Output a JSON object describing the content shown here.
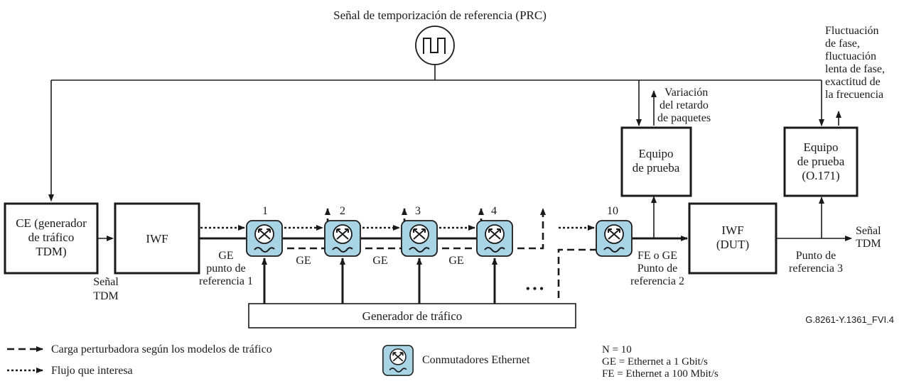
{
  "prc_label": "Señal de temporización de referencia (PRC)",
  "pdv_label": [
    "Variación",
    "del retardo",
    "de paquetes"
  ],
  "jitter_label": [
    "Fluctuación",
    "de fase,",
    "fluctuación",
    "lenta de fase,",
    "exactitud de",
    "la frecuencia"
  ],
  "ce_box": [
    "CE (generador",
    "de tráfico",
    "TDM)"
  ],
  "iwf_box": "IWF",
  "test_eq1": [
    "Equipo",
    "de prueba"
  ],
  "test_eq2": [
    "Equipo",
    "de prueba",
    "(O.171)"
  ],
  "iwf_dut": [
    "IWF",
    "(DUT)"
  ],
  "switch_numbers": [
    "1",
    "2",
    "3",
    "4",
    "10"
  ],
  "senal_tdm_left": [
    "Señal",
    "TDM"
  ],
  "gep1": [
    "GE",
    "punto de",
    "referencia 1"
  ],
  "ge": "GE",
  "fe_ref2": [
    "FE o GE",
    "Punto de",
    "referencia 2"
  ],
  "ref3": [
    "Punto de",
    "referencia 3"
  ],
  "senal_tdm_right": [
    "Señal",
    "TDM"
  ],
  "traffic_gen": "Generador de tráfico",
  "ellipsis": "• • •",
  "figure_id": "G.8261-Y.1361_FVI.4",
  "legend": {
    "dashed": "Carga perturbadora según los modelos de tráfico",
    "dotted": "Flujo que interesa",
    "switches": "Conmutadores Ethernet",
    "notes": [
      "N = 10",
      "GE = Ethernet a 1 Gbit/s",
      "FE  = Ethernet a 100 Mbit/s"
    ]
  }
}
